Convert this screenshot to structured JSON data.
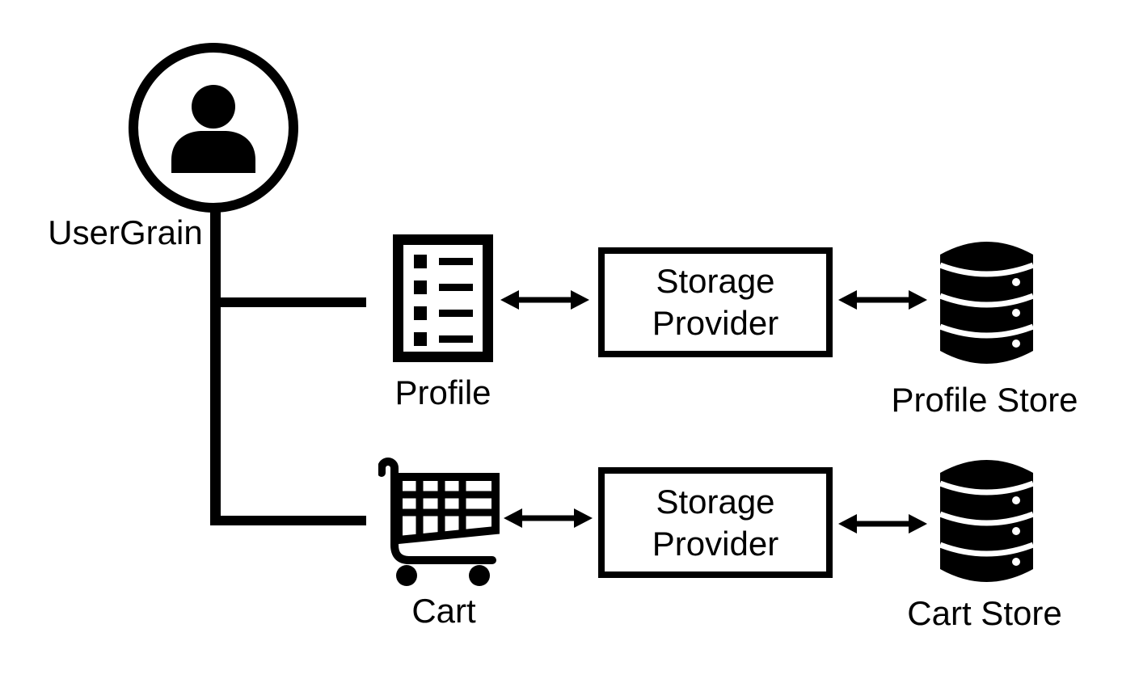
{
  "colors": {
    "ink": "#000000",
    "background": "#ffffff"
  },
  "user": {
    "label": "UserGrain"
  },
  "icons": {
    "user": "user-person-icon",
    "profile_entity": "list-document-icon",
    "cart_entity": "shopping-cart-icon",
    "store": "database-icon",
    "link": "double-headed-arrow-icon"
  },
  "rows": [
    {
      "entity": "Profile",
      "provider_line1": "Storage",
      "provider_line2": "Provider",
      "store": "Profile Store"
    },
    {
      "entity": "Cart",
      "provider_line1": "Storage",
      "provider_line2": "Provider",
      "store": "Cart Store"
    }
  ]
}
